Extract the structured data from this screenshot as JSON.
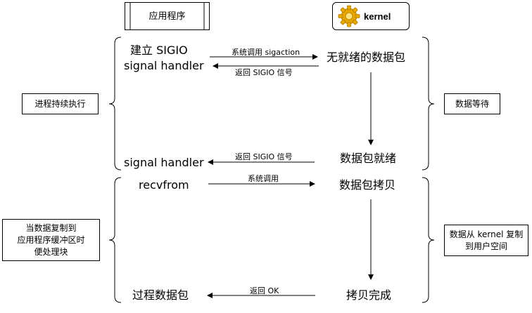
{
  "headers": {
    "app": "应用程序",
    "kernel": "kernel",
    "kernel_logo_icon": "gear-icon",
    "kernel_logo_color": "#F0B400"
  },
  "side_notes": {
    "left_top": "进程持续执行",
    "left_bottom": "当数据复制到\n应用程序缓冲区时\n便处理块",
    "right_top": "数据等待",
    "right_bottom": "数据从 kernel 复制\n到用户空间"
  },
  "app_steps": {
    "s1_line1": "建立 SIGIO",
    "s1_line2": "signal handler",
    "s2": "signal handler",
    "s3": "recvfrom",
    "s4": "过程数据包"
  },
  "kernel_steps": {
    "k1": "无就绪的数据包",
    "k2": "数据包就绪",
    "k3": "数据包拷贝",
    "k4": "拷贝完成"
  },
  "arrows": {
    "a1": "系统调用 sigaction",
    "a2": "返回 SIGIO 信号",
    "a3": "返回 SIGIO 信号",
    "a4": "系统调用",
    "a5": "返回 OK"
  }
}
